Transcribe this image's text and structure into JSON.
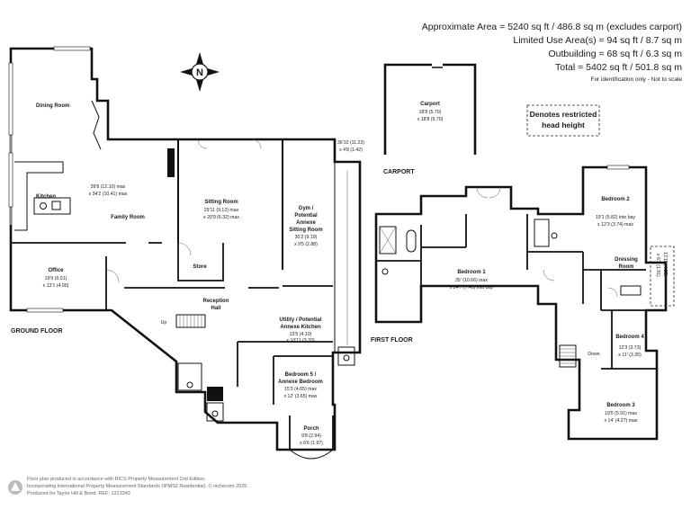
{
  "areas": {
    "approximate": "Approximate Area = 5240 sq ft / 486.8 sq m (excludes carport)",
    "limited_use": "Limited Use Area(s) = 94 sq ft / 8.7 sq m",
    "outbuilding": "Outbuilding = 68 sq ft / 6.3 sq m",
    "total": "Total = 5402 sq ft / 501.8 sq m",
    "note": "For identification only - Not to scale"
  },
  "compass": {
    "letter": "N",
    "icon": "north-compass-icon"
  },
  "restricted_key": {
    "line1": "Denotes restricted",
    "line2": "head height"
  },
  "floors": {
    "ground": "GROUND FLOOR",
    "first": "FIRST FLOOR",
    "carport": "CARPORT"
  },
  "rooms": {
    "dining": {
      "name": "Dining Room"
    },
    "kitchen": {
      "name": "Kitchen"
    },
    "family": {
      "name": "Family Room",
      "dim1": "39'8 (12.10) max",
      "dim2": "x 34'2 (10.41) max"
    },
    "sitting": {
      "name": "Sitting Room",
      "dim1": "29'11 (9.12) max",
      "dim2": "x 20'9 (6.32) max"
    },
    "gym": {
      "name1": "Gym /",
      "name2": "Potential",
      "name3": "Annexe",
      "name4": "Sitting Room",
      "dim1": "30'2 (9.19)",
      "dim2": "x 9'5 (2.88)"
    },
    "extra": {
      "dim1": "36'10 (11.23)",
      "dim2": "x 4'8 (1.42)"
    },
    "store": {
      "name": "Store"
    },
    "office": {
      "name": "Office",
      "dim1": "19'9 (6.01)",
      "dim2": "x 13'1 (4.00)"
    },
    "reception": {
      "name1": "Reception",
      "name2": "Hall"
    },
    "up": {
      "label": "Up"
    },
    "utility": {
      "name1": "Utility / Potential",
      "name2": "Annexe Kitchen",
      "dim1": "13'5 (4.10)",
      "dim2": "x 10'11 (3.32)"
    },
    "bed5": {
      "name1": "Bedroom 5 /",
      "name2": "Annexe Bedroom",
      "dim1": "15'3 (4.65) max",
      "dim2": "x 12' (3.65) max"
    },
    "porch": {
      "name": "Porch",
      "dim1": "9'8 (2.94)",
      "dim2": "x 6'6 (1.97)"
    },
    "carport": {
      "name": "Carport",
      "dim1": "18'8 (5.70)",
      "dim2": "x 18'8 (5.70)"
    },
    "bed1": {
      "name": "Bedroom 1",
      "dim1": "35' (10.66) max",
      "dim2": "x 24'7 (7.49) into bay"
    },
    "bed2": {
      "name": "Bedroom 2",
      "dim1": "19'1 (5.82) into bay",
      "dim2": "x 12'3 (3.74) max"
    },
    "dressing": {
      "name1": "Dressing",
      "name2": "Room"
    },
    "limited": {
      "dim1": "13'11 (4.25)",
      "dim2": "x 6'3 (1.91)"
    },
    "bed4": {
      "name": "Bedroom 4",
      "dim1": "12'3 (3.73)",
      "dim2": "x 11' (3.35)"
    },
    "down": {
      "label": "Down"
    },
    "bed3": {
      "name": "Bedroom 3",
      "dim1": "19'5 (5.91) max",
      "dim2": "x 14' (4.27) max"
    }
  },
  "footer": {
    "line1": "Floor plan produced in accordance with RICS Property Measurement 2nd Edition,",
    "line2": "Incorporating International Property Measurement Standards (IPMS2 Residential).  © nichecom 2025.",
    "line3": "Produced for Taylor Hill & Bond.   REF: 1313343",
    "logo_icon": "nichecom-logo-icon"
  }
}
